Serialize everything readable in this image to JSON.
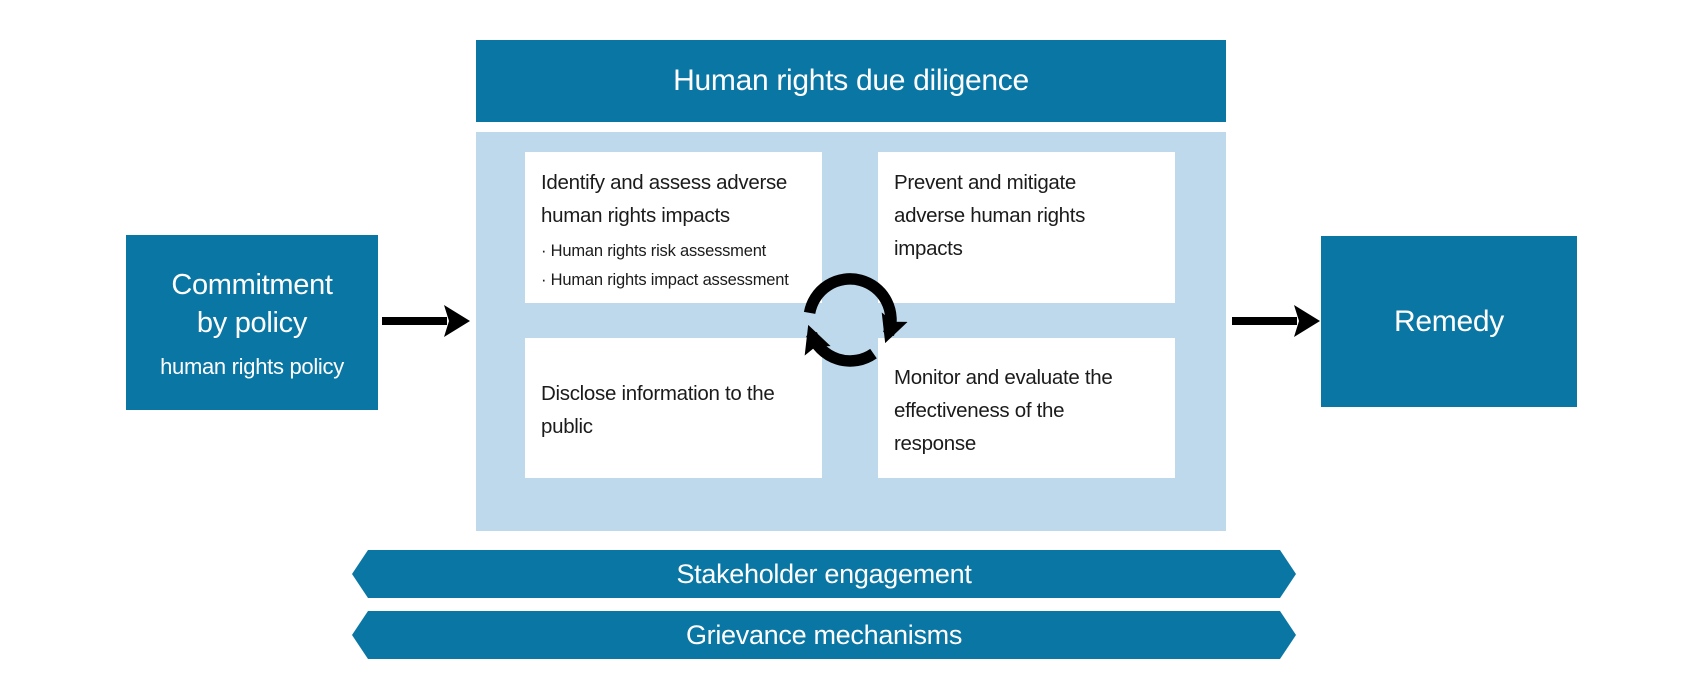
{
  "colors": {
    "teal": "#0a76a4",
    "light_blue": "#bed9ec",
    "arrow_black": "#000000",
    "card_white": "#ffffff",
    "text_dark": "#1b1b1b"
  },
  "header": {
    "title": "Human rights due diligence"
  },
  "commitment": {
    "title_line1": "Commitment",
    "title_line2": "by policy",
    "subtitle": "human rights policy"
  },
  "process": {
    "boxes": [
      {
        "title": "Identify and assess adverse human rights impacts",
        "bullets": [
          "· Human rights risk assessment",
          "· Human rights impact assessment"
        ]
      },
      {
        "title": "Prevent and mitigate adverse human rights impacts"
      },
      {
        "title": "Disclose information to the public"
      },
      {
        "title": "Monitor and evaluate the effectiveness of the response"
      }
    ],
    "cycle_icon": "clockwise-cycle-arrows"
  },
  "remedy": {
    "title": "Remedy"
  },
  "banners": [
    {
      "label": "Stakeholder engagement"
    },
    {
      "label": "Grievance mechanisms"
    }
  ]
}
